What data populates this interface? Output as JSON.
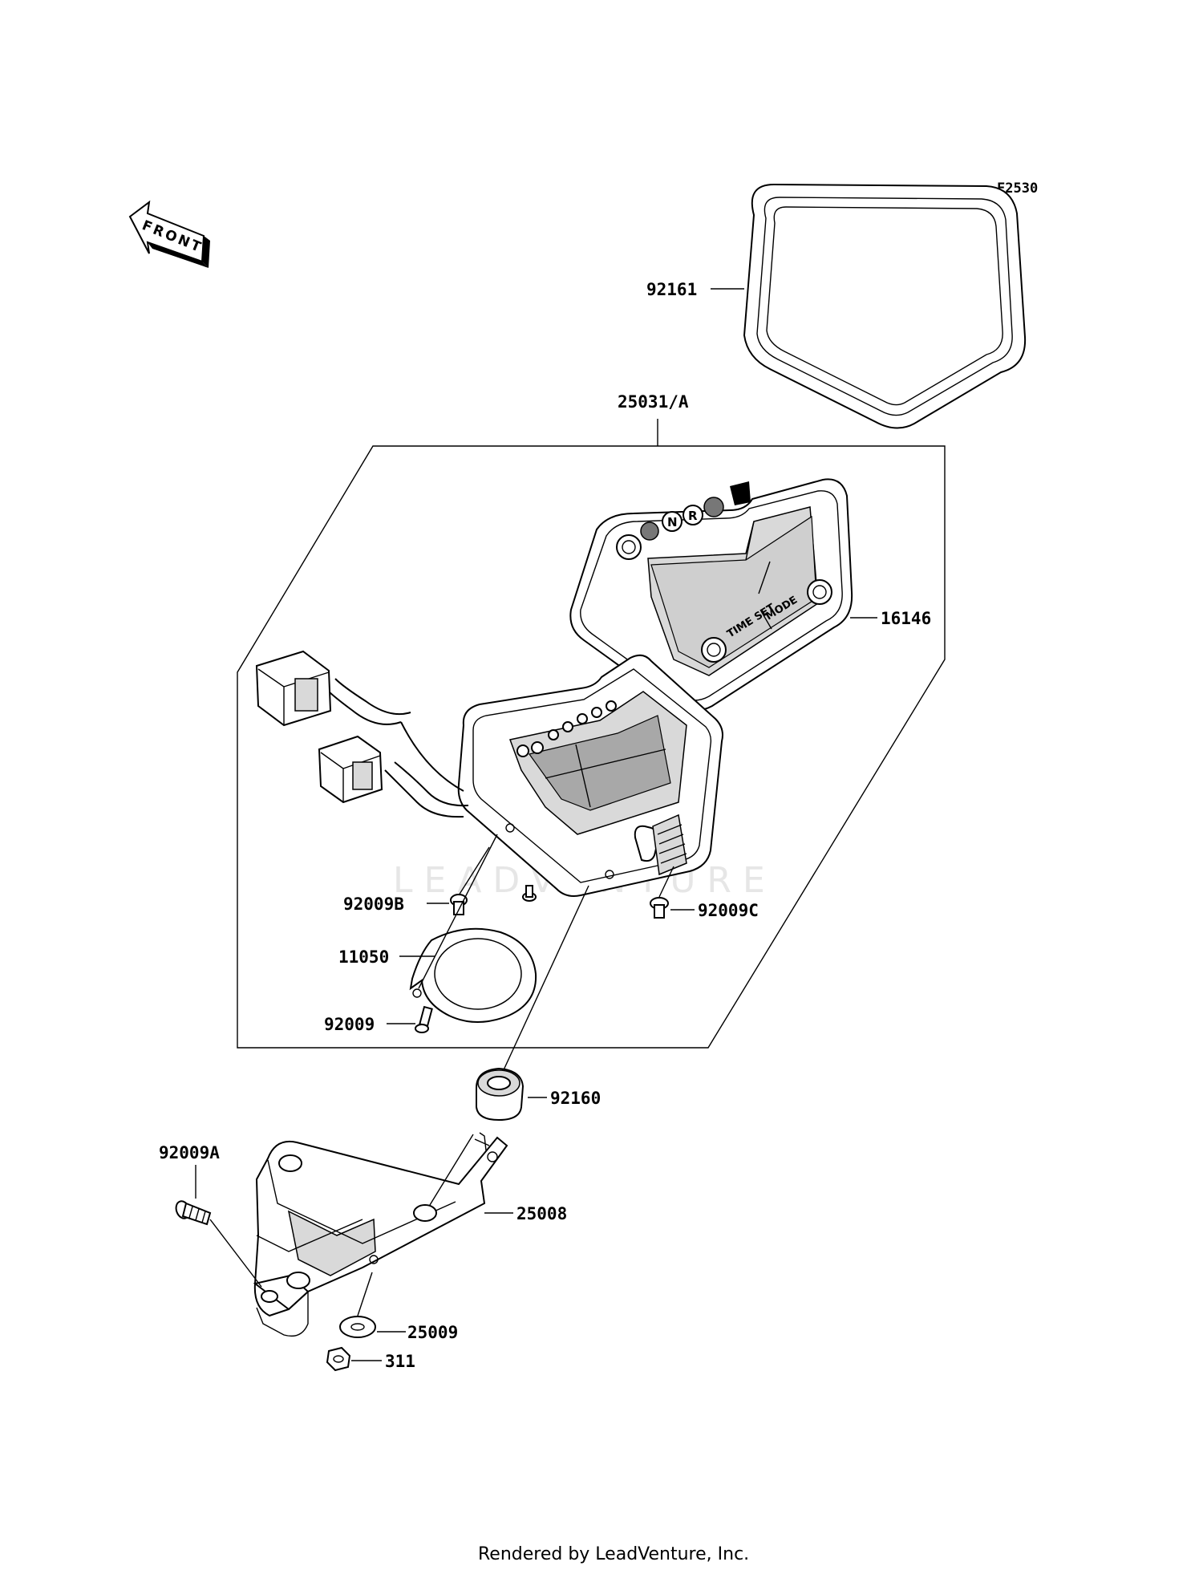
{
  "figure_code": "F2530",
  "front_indicator": "FRONT",
  "watermark": "LEADVENTURE",
  "footer": "Rendered by LeadVenture, Inc.",
  "bezel": {
    "time_set_label": "TIME SET",
    "mode_label": "MODE",
    "indicator_n": "N",
    "indicator_r": "R"
  },
  "callouts": [
    {
      "id": "92161",
      "label": "92161"
    },
    {
      "id": "25031A",
      "label": "25031/A"
    },
    {
      "id": "16146",
      "label": "16146"
    },
    {
      "id": "92009B",
      "label": "92009B"
    },
    {
      "id": "92009C",
      "label": "92009C"
    },
    {
      "id": "11050",
      "label": "11050"
    },
    {
      "id": "92009",
      "label": "92009"
    },
    {
      "id": "92160",
      "label": "92160"
    },
    {
      "id": "92009A",
      "label": "92009A"
    },
    {
      "id": "25008",
      "label": "25008"
    },
    {
      "id": "25009",
      "label": "25009"
    },
    {
      "id": "311",
      "label": "311"
    }
  ]
}
